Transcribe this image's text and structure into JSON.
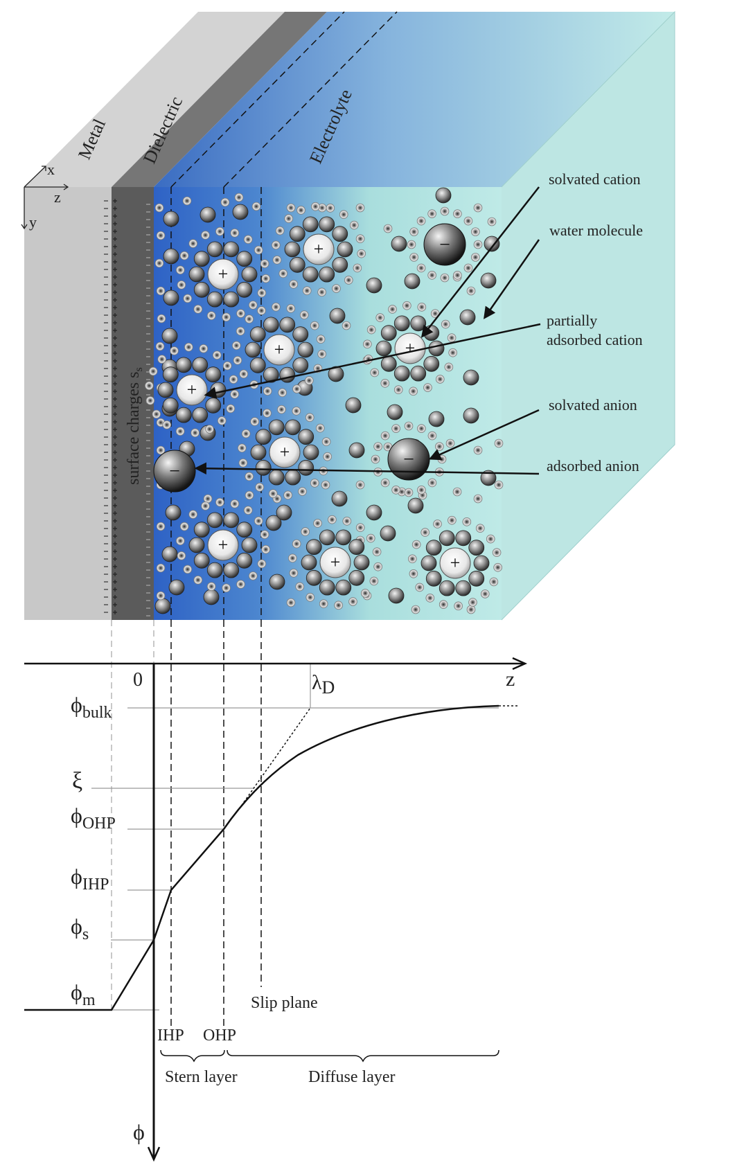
{
  "regions": {
    "metal": "Metal",
    "dielectric": "Dielectric",
    "electrolyte": "Electrolyte",
    "surface_charges": "surface charges",
    "surface_charges_sub": "s"
  },
  "axes3d": {
    "x": "x",
    "y": "y",
    "z": "z"
  },
  "callouts": {
    "solvated_cation": "solvated cation",
    "water_molecule": "water molecule",
    "partially_adsorbed_cation_1": "partially",
    "partially_adsorbed_cation_2": "adsorbed cation",
    "solvated_anion": "solvated anion",
    "adsorbed_anion": "adsorbed anion"
  },
  "ion_signs": {
    "plus": "+",
    "minus": "−"
  },
  "plot": {
    "origin": "0",
    "z_axis": "z",
    "phi_axis": "ϕ",
    "lambda": "λ",
    "lambda_sub": "D",
    "phi_symbol": "ϕ",
    "xi": "ξ",
    "levels": {
      "bulk": "bulk",
      "ohp": "OHP",
      "ihp": "IHP",
      "s": "s",
      "m": "m"
    },
    "planes": {
      "ihp": "IHP",
      "ohp": "OHP",
      "slip": "Slip plane"
    },
    "layers": {
      "stern": "Stern layer",
      "diffuse": "Diffuse layer"
    }
  },
  "colors": {
    "metal": "#c8c8c8",
    "dielectric": "#5a5a5a",
    "electrolyte_start": "#2f63c4",
    "electrolyte_end": "#bfe9e6"
  }
}
